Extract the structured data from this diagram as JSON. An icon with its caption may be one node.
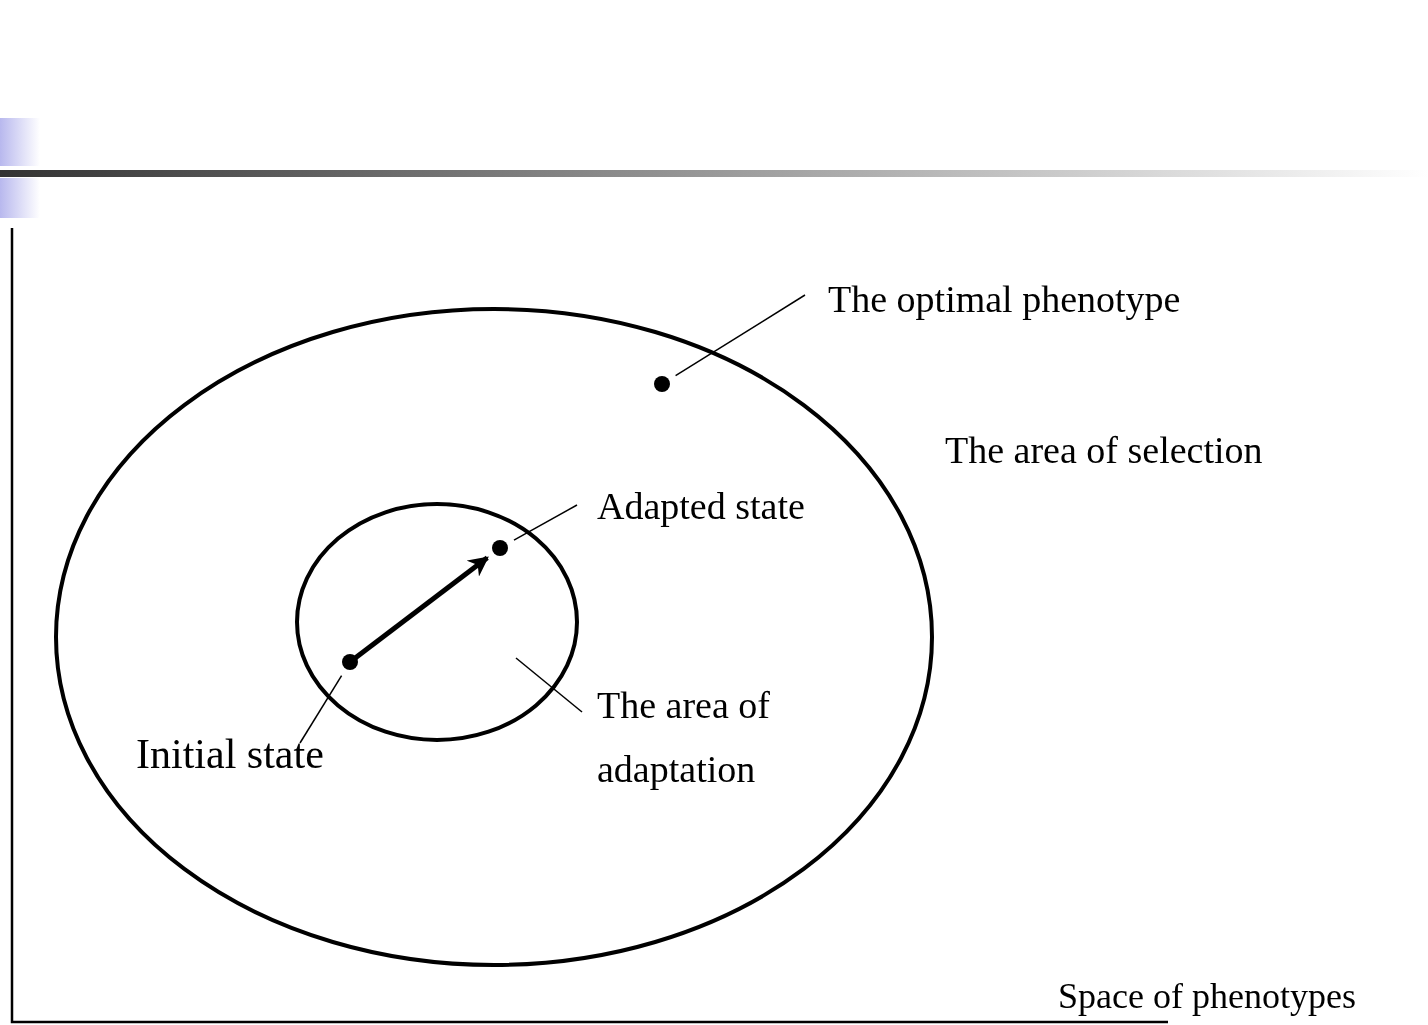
{
  "diagram": {
    "nodes": [
      {
        "text": [],
        "shape": "ellipse"
      },
      {
        "text": [],
        "shape": "ellipse",
        "in": 0
      },
      {
        "text": [],
        "shape": "circle",
        "in": 0
      },
      {
        "text": [],
        "shape": "circle",
        "in": 1
      },
      {
        "text": [],
        "shape": "circle",
        "in": 1
      },
      {
        "text": [
          "The optimal phenotype"
        ]
      },
      {
        "text": [
          "Adapted state"
        ],
        "in": 0
      },
      {
        "text": [
          "The area of adaptation"
        ],
        "in": 0
      },
      {
        "text": [
          "Initial state"
        ],
        "in": 0
      }
    ],
    "edges": [
      {
        "from": 3,
        "to": 4,
        "arrow": "to",
        "style": "thick"
      },
      {
        "from": 5,
        "to": 2,
        "arrow": "none"
      },
      {
        "from": 6,
        "to": 4,
        "arrow": "none"
      },
      {
        "from": 7,
        "to": 1,
        "arrow": "none"
      },
      {
        "from": 8,
        "to": 3,
        "arrow": "none"
      }
    ],
    "labels": [
      "The area of selection",
      "Space of phenotypes"
    ]
  }
}
